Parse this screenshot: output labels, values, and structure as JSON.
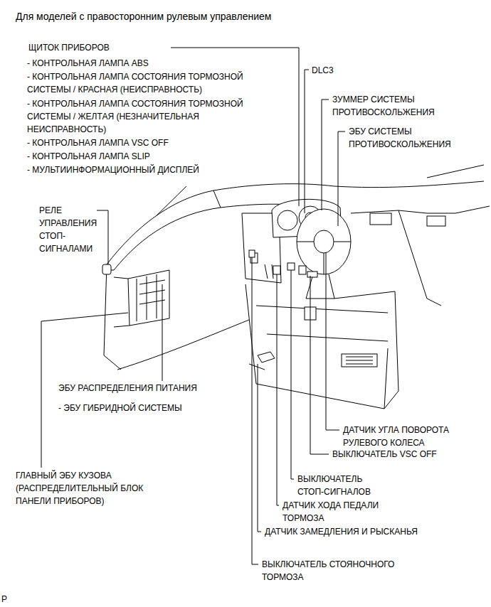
{
  "diagram": {
    "title": "Для моделей с правосторонним рулевым управлением",
    "labels": [
      "ЩИТОК ПРИБОРОВ",
      "- КОНТРОЛЬНАЯ ЛАМПА ABS",
      "- КОНТРОЛЬНАЯ ЛАМПА СОСТОЯНИЯ ТОРМОЗНОЙ СИСТЕМЫ / КРАСНАЯ (НЕИСПРАВНОСТЬ)",
      "- КОНТРОЛЬНАЯ ЛАМПА СОСТОЯНИЯ ТОРМОЗНОЙ СИСТЕМЫ / ЖЕЛТАЯ (НЕЗНАЧИТЕЛЬНАЯ НЕИСПРАВНОСТЬ)",
      "- КОНТРОЛЬНАЯ ЛАМПА VSC OFF",
      "- КОНТРОЛЬНАЯ ЛАМПА SLIP",
      "- МУЛЬТИИНФОРМАЦИОННЫЙ ДИСПЛЕЙ",
      "DLC3",
      "ЗУММЕР СИСТЕМЫ ПРОТИВОСКОЛЬЖЕНИЯ",
      "ЭБУ СИСТЕМЫ ПРОТИВОСКОЛЬЖЕНИЯ",
      "РЕЛЕ УПРАВЛЕНИЯ СТОП-СИГНАЛАМИ",
      "ЭБУ РАСПРЕДЕЛЕНИЯ ПИТАНИЯ",
      "- ЭБУ ГИБРИДНОЙ СИСТЕМЫ",
      "ГЛАВНЫЙ ЭБУ КУЗОВА (РАСПРЕДЕЛИТЕЛЬНЫЙ БЛОК ПАНЕЛИ ПРИБОРОВ)",
      "ДАТЧИК УГЛА ПОВОРОТА РУЛЕВОГО КОЛЕСА",
      "ВЫКЛЮЧАТЕЛЬ VSC OFF",
      "ВЫКЛЮЧАТЕЛЬ СТОП-СИГНАЛОВ",
      "ДАТЧИК ХОДА ПЕДАЛИ ТОРМОЗА",
      "ДАТЧИК ЗАМЕДЛЕНИЯ И РЫСКАНЬЯ",
      "ВЫКЛЮЧАТЕЛЬ СТОЯНОЧНОГО ТОРМОЗА",
      "P"
    ]
  }
}
